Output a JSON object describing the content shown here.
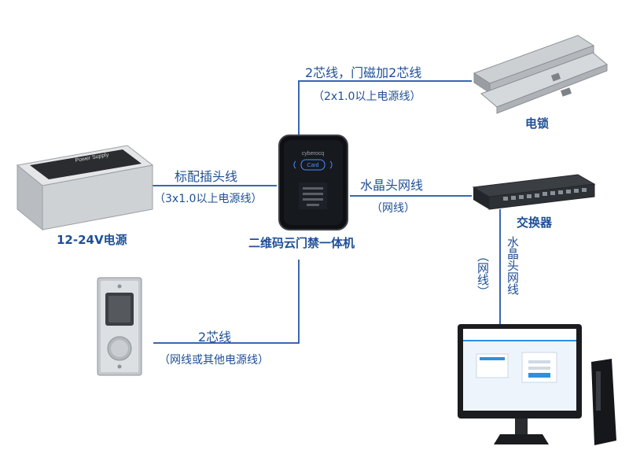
{
  "devices": {
    "center": {
      "name": "二维码云门禁一体机",
      "brand": "cyberocq",
      "card_label": "Card"
    },
    "power_supply": {
      "name": "12-24V电源",
      "plate_title": "Power Supply"
    },
    "lock": {
      "name": "电锁"
    },
    "switch": {
      "name": "交换器"
    },
    "exit_button": {
      "name": ""
    },
    "computer": {
      "name": ""
    }
  },
  "connections": {
    "lock": {
      "label": "2芯线，门磁加2芯线",
      "sublabel": "（2x1.0以上电源线）"
    },
    "power": {
      "label": "标配插头线",
      "sublabel": "（3x1.0以上电源线）"
    },
    "switch": {
      "label": "水晶头网线",
      "sublabel": "（网线）"
    },
    "button": {
      "label": "2芯线",
      "sublabel": "（网线或其他电源线）"
    },
    "computer": {
      "label": "水晶头网线",
      "sublabel": "（网线）"
    }
  },
  "colors": {
    "text": "#1e4f96",
    "line": "#3a66b3"
  }
}
